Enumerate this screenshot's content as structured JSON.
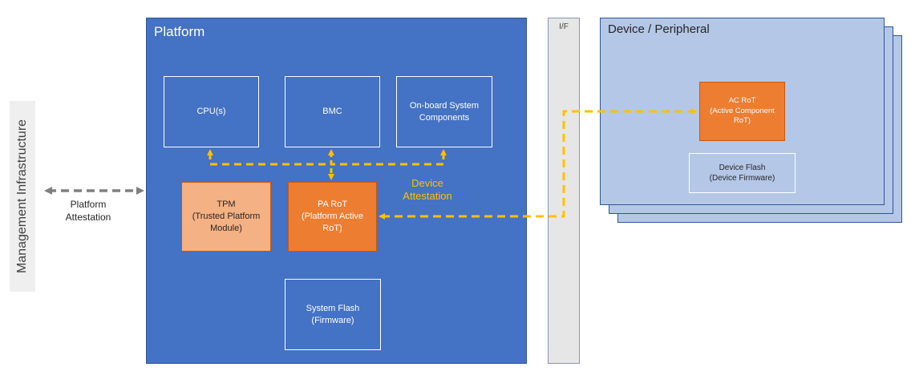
{
  "management": {
    "label": "Management Infrastructure"
  },
  "platform_attestation": {
    "label": "Platform\nAttestation"
  },
  "platform": {
    "title": "Platform",
    "cpu": "CPU(s)",
    "bmc": "BMC",
    "onboard": "On-board System\nComponents",
    "tpm": "TPM\n(Trusted Platform\nModule)",
    "pa_rot": "PA RoT\n(Platform Active\nRoT)",
    "system_flash": "System Flash\n(Firmware)"
  },
  "device_attestation": {
    "label": "Device\nAttestation"
  },
  "interface": {
    "label": "I/F"
  },
  "device": {
    "title": "Device / Peripheral",
    "ac_rot": "AC RoT\n(Active Component\nRoT)",
    "device_flash": "Device Flash\n(Device Firmware)"
  },
  "colors": {
    "platform_blue": "#4472c4",
    "device_blue": "#b4c7e7",
    "rot_orange": "#ed7d31",
    "tpm_peach": "#f4b183",
    "attestation_gold": "#ffc000",
    "mgmt_arrow_gray": "#7f7f7f"
  }
}
